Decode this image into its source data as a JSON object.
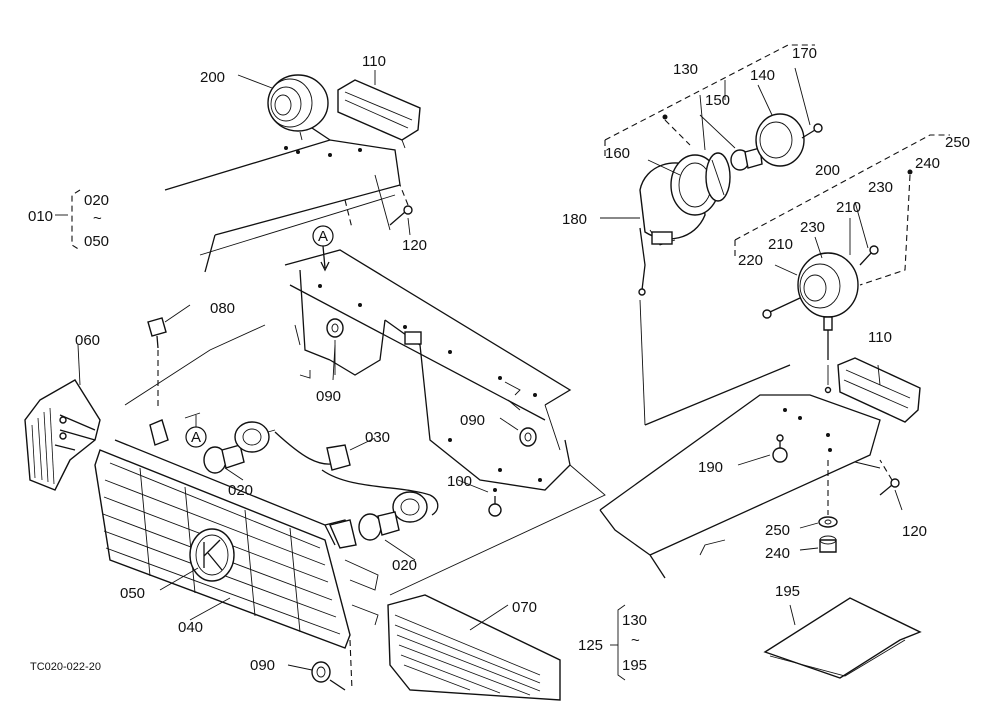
{
  "diagram": {
    "figure_code": "TC020-022-20",
    "labels": {
      "l200a": "200",
      "l110a": "110",
      "l010": "010",
      "l020a": "020",
      "l050a": "050",
      "l120a": "120",
      "lA1": "A",
      "l080": "080",
      "l060": "060",
      "l090a": "090",
      "l090b": "090",
      "lA2": "A",
      "l030": "030",
      "l020b": "020",
      "l020c": "020",
      "l100": "100",
      "l050b": "050",
      "l040": "040",
      "l070": "070",
      "l090c": "090",
      "l130a": "130",
      "l170": "170",
      "l150": "150",
      "l140": "140",
      "l160": "160",
      "l250a": "250",
      "l240a": "240",
      "l200b": "200",
      "l180": "180",
      "l230a": "230",
      "l230b": "230",
      "l210a": "210",
      "l210b": "210",
      "l220": "220",
      "l110b": "110",
      "l190": "190",
      "l120b": "120",
      "l250b": "250",
      "l240b": "240",
      "l195a": "195",
      "l125": "125",
      "l130b": "130",
      "l195b": "195"
    }
  }
}
